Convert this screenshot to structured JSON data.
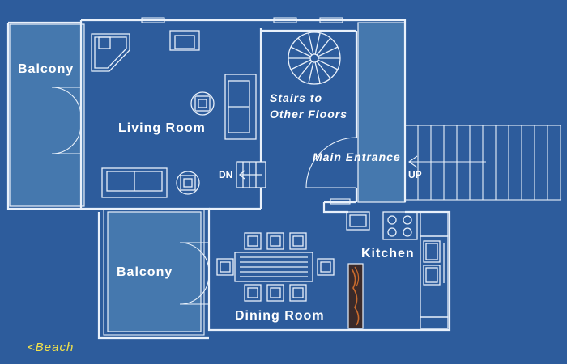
{
  "rooms": {
    "balcony_upper": "Balcony",
    "living_room": "Living Room",
    "stairs": [
      "Stairs to",
      "Other Floors"
    ],
    "main_entrance": "Main Entrance",
    "balcony_lower": "Balcony",
    "kitchen": "Kitchen",
    "dining_room": "Dining Room"
  },
  "markers": {
    "down": "DN",
    "up": "UP"
  },
  "beach_link": "<Beach",
  "colors": {
    "background": "#2d5c9c",
    "lines": "#e9f1fb",
    "balcony_fill": "#4a7db2",
    "link": "#f3e24a",
    "kitchen_counter": "#3a2a2a"
  }
}
